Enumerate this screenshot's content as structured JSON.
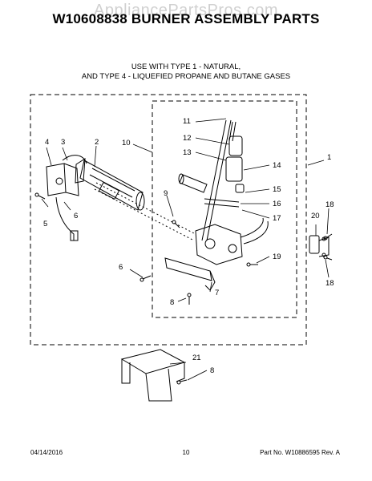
{
  "watermark": "AppliancePartsPros.com",
  "title": "W10608838 BURNER ASSEMBLY PARTS",
  "use_line1": "USE WITH TYPE 1 - NATURAL,",
  "use_line2": "AND TYPE 4 - LIQUEFIED PROPANE AND BUTANE GASES",
  "callouts": {
    "c1": "1",
    "c2": "2",
    "c3": "3",
    "c4": "4",
    "c5": "5",
    "c6a": "6",
    "c6b": "6",
    "c7": "7",
    "c8a": "8",
    "c8b": "8",
    "c9": "9",
    "c10": "10",
    "c11": "11",
    "c12": "12",
    "c13": "13",
    "c14": "14",
    "c15": "15",
    "c16": "16",
    "c17": "17",
    "c18a": "18",
    "c18b": "18",
    "c19": "19",
    "c20": "20",
    "c21": "21"
  },
  "footer": {
    "date": "04/14/2016",
    "page": "10",
    "part_rev": "Part No. W10886595  Rev. A"
  }
}
